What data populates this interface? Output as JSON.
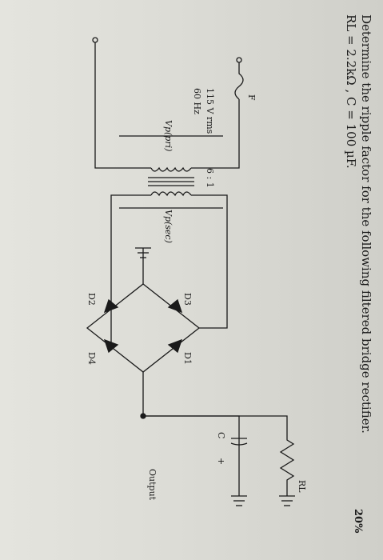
{
  "question": {
    "text": "Determine the ripple factor for the following filtered bridge rectifier.",
    "params": "RL = 2.2kΩ ,  C = 100 µF.",
    "score": "20%"
  },
  "circuit": {
    "source_voltage": "115 V rms",
    "source_freq": "60 Hz",
    "fuse": "F",
    "v_primary": "Vp(pri)",
    "v_secondary": "Vp(sec)",
    "ratio": "6 : 1",
    "diodes": [
      "D1",
      "D2",
      "D3",
      "D4"
    ],
    "capacitor": "C",
    "cap_polarity": "+",
    "output_label": "Output",
    "load": "RL"
  },
  "colors": {
    "ink": "#1a1a1a",
    "paper": "#e2e2dc"
  }
}
